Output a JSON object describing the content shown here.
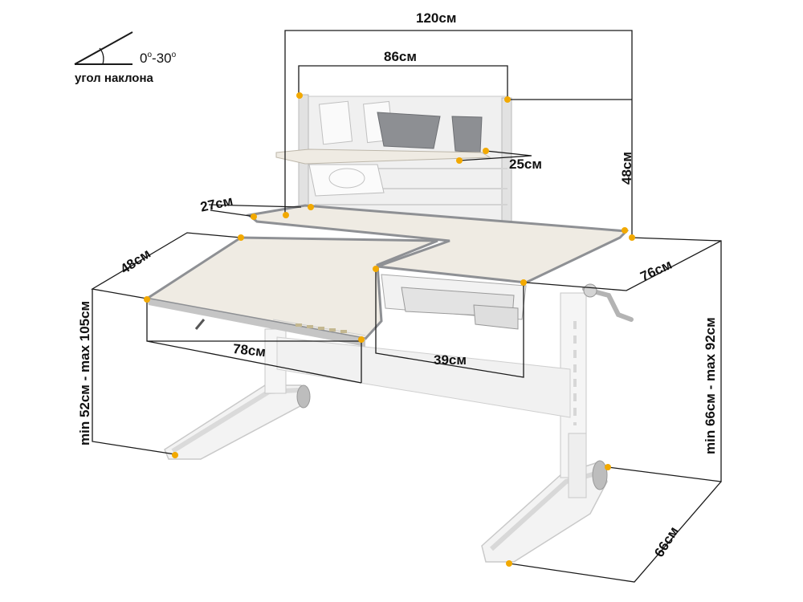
{
  "tilt": {
    "range_start": "0",
    "range_end": "-30",
    "degree_mark": "o",
    "label": "угол наклона"
  },
  "dims": {
    "total_width": "120см",
    "shelf_width": "86см",
    "shelf_depth": "25см",
    "shelf_height": "48см",
    "side_shelf_depth": "27см",
    "tilt_top_depth": "48см",
    "tilt_top_width": "78см",
    "right_top_depth": "76см",
    "drawer_width": "39см",
    "left_height": "min 52см - max 105см",
    "right_height": "min 66см - max 92см",
    "base_depth": "66см"
  },
  "colors": {
    "dimension_line": "#1a1a1a",
    "marker": "#f2a900",
    "desk_frame": "#f2f2f2",
    "desk_top": "#efebe3",
    "edge": "#8e9094"
  }
}
